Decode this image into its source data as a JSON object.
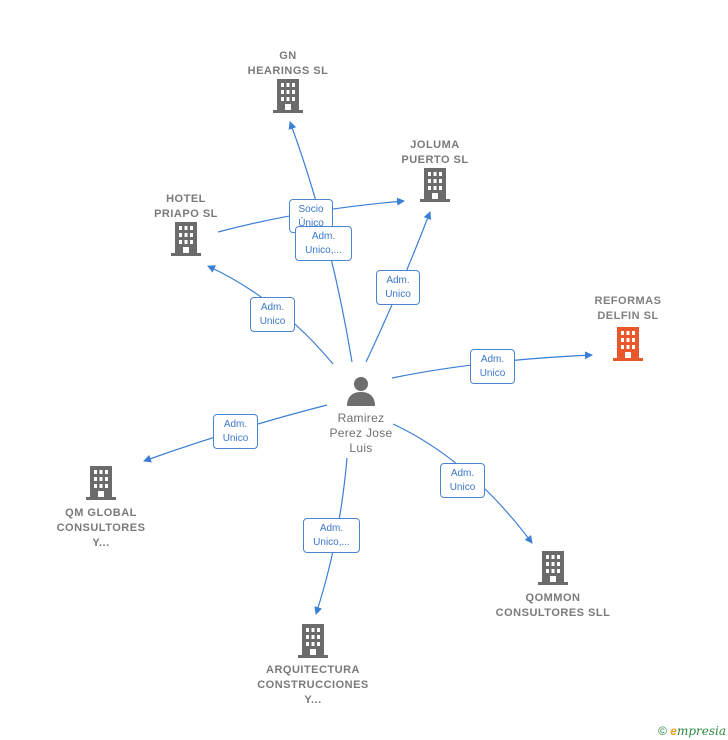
{
  "person": {
    "name": "Ramirez\nPerez Jose\nLuis"
  },
  "companies": {
    "gn": {
      "name": "GN\nHEARINGS SL",
      "color": "#6b6b6b"
    },
    "joluma": {
      "name": "JOLUMA\nPUERTO SL",
      "color": "#6b6b6b"
    },
    "hotel": {
      "name": "HOTEL\nPRIAPO SL",
      "color": "#6b6b6b"
    },
    "reformas": {
      "name": "REFORMAS\nDELFIN SL",
      "color": "#e8582a"
    },
    "qm": {
      "name": "QM GLOBAL\nCONSULTORES\nY...",
      "color": "#6b6b6b"
    },
    "qommon": {
      "name": "QOMMON\nCONSULTORES SLL",
      "color": "#6b6b6b"
    },
    "arquitectura": {
      "name": "ARQUITECTURA\nCONSTRUCCIONES\nY...",
      "color": "#6b6b6b"
    }
  },
  "edge_labels": {
    "hotel_joluma": "Socio\nÚnico",
    "gn": "Adm.\nUnico,...",
    "joluma": "Adm.\nUnico",
    "hotel": "Adm.\nUnico",
    "reformas": "Adm.\nUnico",
    "qm": "Adm.\nUnico",
    "qommon": "Adm.\nUnico",
    "arquitectura": "Adm.\nUnico,..."
  },
  "colors": {
    "edge": "#3b7fd4",
    "person": "#6e6e6e"
  },
  "footer": {
    "copyright": "©",
    "brand": "mpresia",
    "brand_initial": "e"
  }
}
